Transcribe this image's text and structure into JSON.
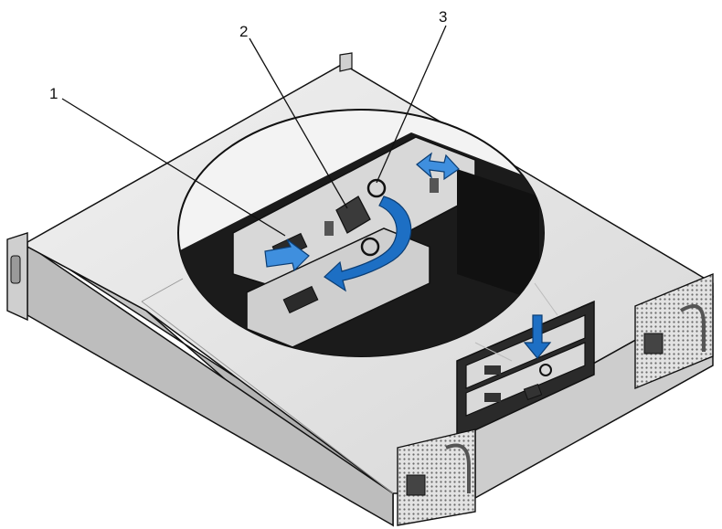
{
  "callouts": [
    {
      "number": "1"
    },
    {
      "number": "2"
    },
    {
      "number": "3"
    }
  ],
  "colors": {
    "arrow_blue": "#1d6fc4",
    "arrow_blue_light": "#7fc3f0",
    "chassis_top": "#e6e6e6",
    "chassis_side": "#b7b7b7",
    "chassis_dark": "#2a2a2a",
    "module_bg": "#d9d9d9",
    "outline": "#111111"
  },
  "icons": [
    "release-latch-icon",
    "rotate-arrow-icon",
    "slide-arrow-icon",
    "push-arrow-icon",
    "power-supply-grille-icon"
  ]
}
